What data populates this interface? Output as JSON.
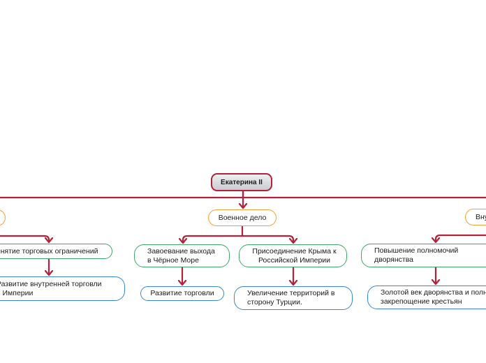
{
  "colors": {
    "link": "#b3213a",
    "root_border": "#b3213a",
    "category_border": "#f0a23a",
    "green_border": "#3fa66a",
    "blue_border": "#3a88c6"
  },
  "map": {
    "root": "Екатерина II",
    "categories": {
      "left": "",
      "center": "Военное дело",
      "right": "Внутр"
    },
    "trade_restrictions": "Снятие торговых ограничений",
    "internal_trade": "Развитие внутренней торговли в Империи",
    "black_sea": "Завоевание выхода в Чёрное Море",
    "trade_development": "Развитие торговли",
    "crimea": "Присоединение Крыма к Российской Империи",
    "territory": "Увеличение территорий в сторону Турции.",
    "nobility_powers": "Повышение полномочий дворянства",
    "golden_age": "Золотой век дворянства и полное закрепощение крестьян"
  }
}
